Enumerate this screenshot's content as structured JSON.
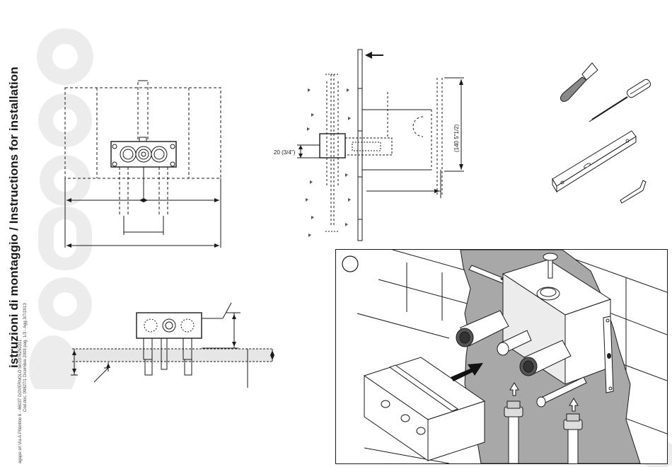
{
  "document": {
    "title": "istruzioni di montaggio / Instructions for installation",
    "brand_logo_text": "agape",
    "company_line": "agape srl  Via A.Pitentino 6 - 46037 GOVERNOLO tel.0376250311",
    "code_line": "Cod.doc. 09827/1 Dicembre 2009 pag. 1/3 - Agg.3/7/2013"
  },
  "section_diagram": {
    "dim_depth_label": "20 (3/4\")",
    "dim_height_label": "(140 5\"1/2)"
  },
  "step_badge": {
    "number": ""
  },
  "tools": [
    "putty-knife",
    "screwdriver",
    "spirit-level",
    "hex-key"
  ],
  "colors": {
    "line": "#1a1a1a",
    "wall_fill": "#a8a8a8",
    "logo": "#ececec",
    "tile": "#ffffff"
  }
}
